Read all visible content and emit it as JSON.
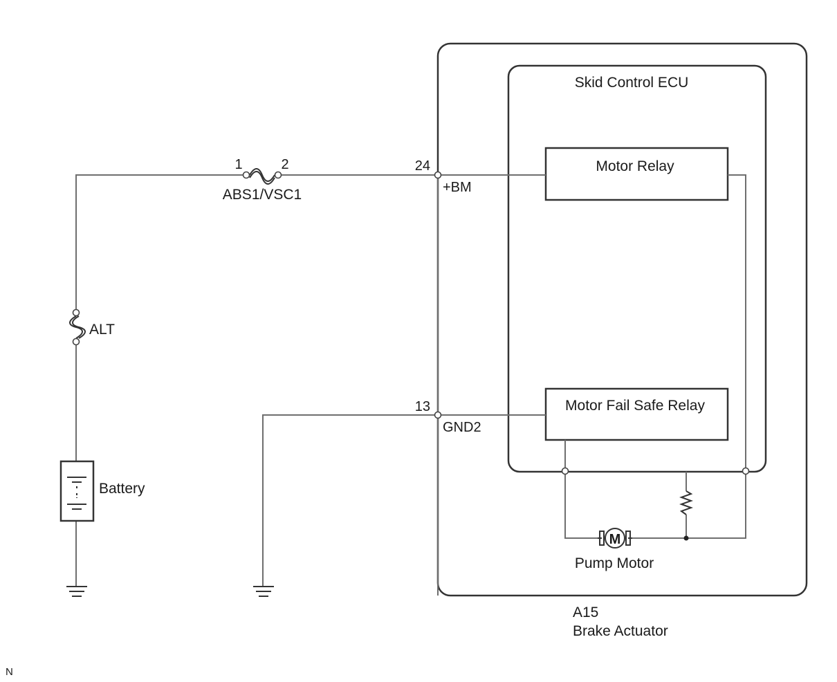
{
  "diagram": {
    "fuse_abs": {
      "name": "ABS1/VSC1",
      "pin_left": "1",
      "pin_right": "2"
    },
    "fuse_alt": {
      "name": "ALT"
    },
    "battery": {
      "name": "Battery"
    },
    "actuator": {
      "connector": "A15",
      "name": "Brake Actuator"
    },
    "ecu": {
      "name": "Skid Control ECU"
    },
    "pins": {
      "bm": {
        "number": "24",
        "name": "+BM"
      },
      "gnd2": {
        "number": "13",
        "name": "GND2"
      }
    },
    "relays": {
      "motor_relay": "Motor Relay",
      "fail_safe_relay": "Motor Fail Safe Relay"
    },
    "pump_motor": {
      "name": "Pump Motor",
      "symbol": "M"
    },
    "corner_mark": "N"
  }
}
